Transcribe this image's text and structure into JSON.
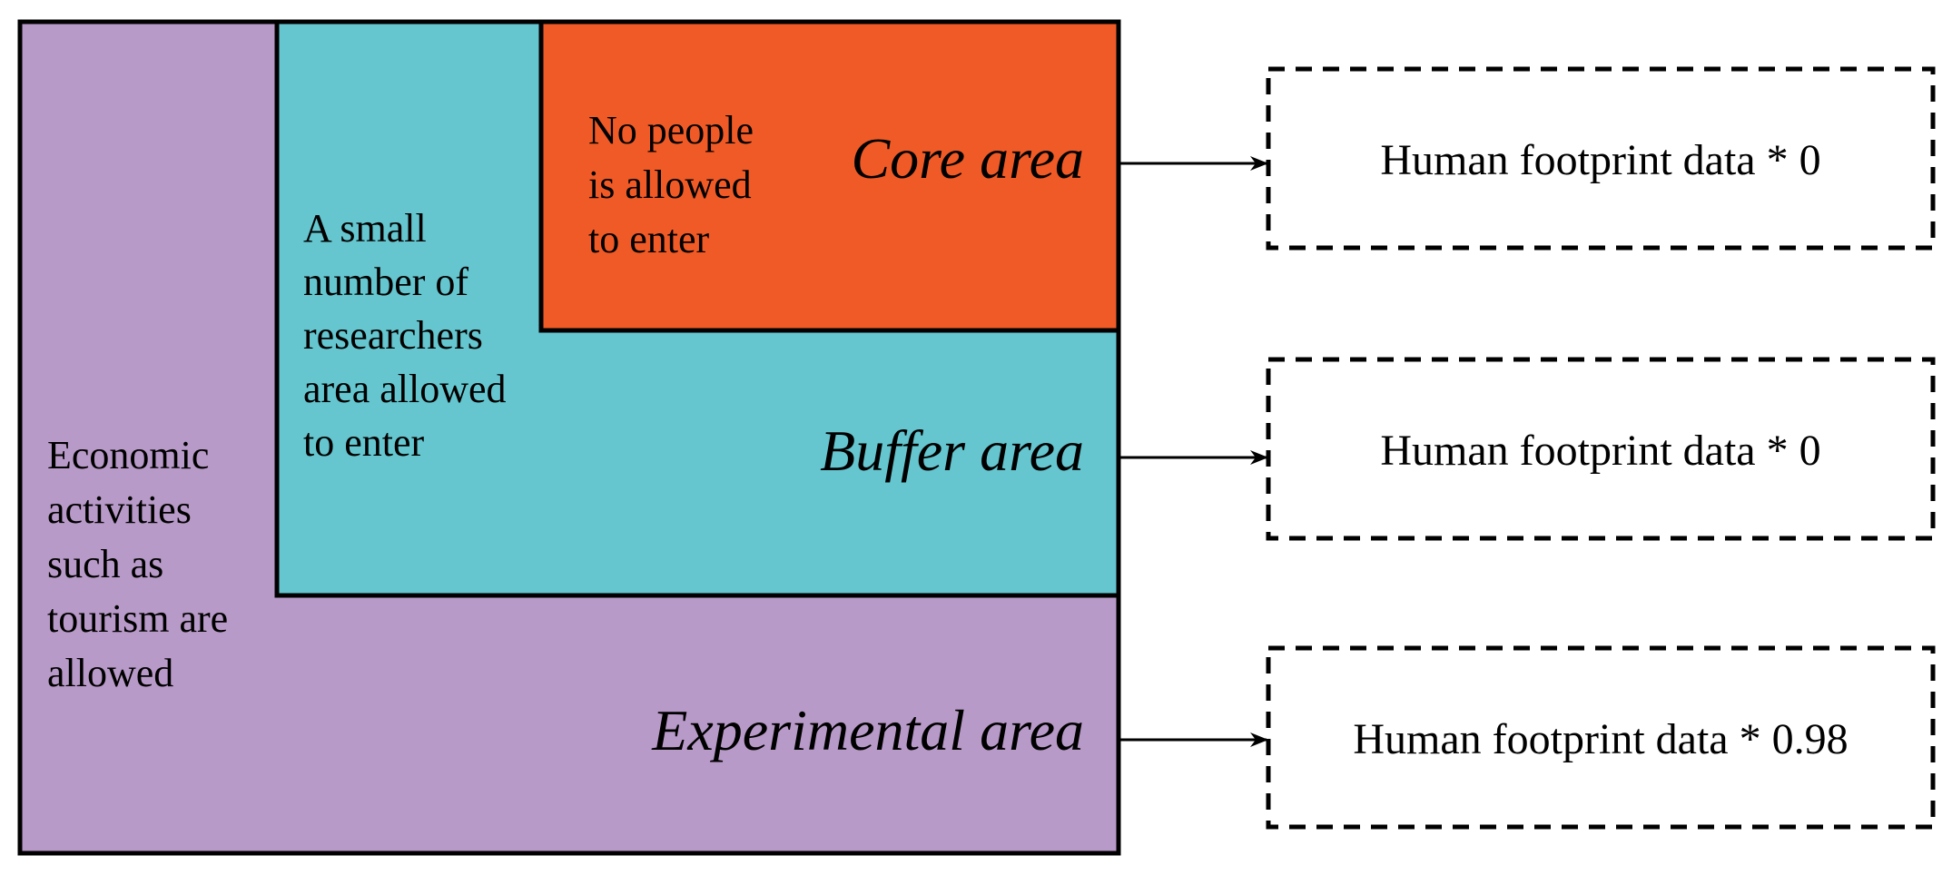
{
  "colors": {
    "experimental": "#b89ac8",
    "buffer": "#65c6cf",
    "core": "#f05a26",
    "stroke": "#000000",
    "background": "#ffffff"
  },
  "zones": {
    "experimental": {
      "title": "Experimental area",
      "description": [
        "Economic",
        "activities",
        "such as",
        "tourism are",
        "allowed"
      ]
    },
    "buffer": {
      "title": "Buffer area",
      "description": [
        "A small",
        "number of",
        "researchers",
        "area allowed",
        "to enter"
      ]
    },
    "core": {
      "title": "Core area",
      "description": [
        "No people",
        "is allowed",
        "to enter"
      ]
    }
  },
  "results": {
    "core": "Human footprint data * 0",
    "buffer": "Human footprint data * 0",
    "experimental": "Human footprint data * 0.98"
  }
}
